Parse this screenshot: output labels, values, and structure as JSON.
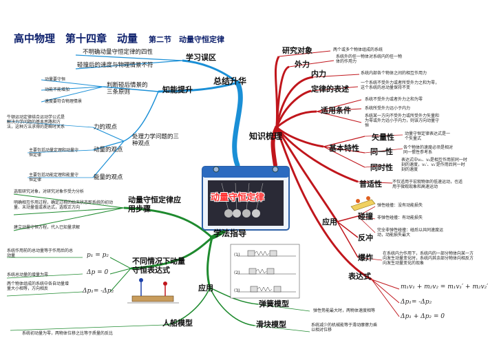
{
  "header": {
    "title": "高中物理　第十四章　动量",
    "section": "第二节　动量守恒定律"
  },
  "center": {
    "label": "动量守恒定律"
  },
  "summary": {
    "label": "总结升华",
    "mistakes": {
      "label": "学习误区",
      "items": [
        "不明确动量守恒定律的四性",
        "碰撞后的速度与物理情景不符"
      ]
    },
    "ability": {
      "label": "知能提升",
      "collision": {
        "label": "判断碰后情景的三条原则",
        "items": [
          "动量要守恒",
          "动能不能增加",
          "速度要符合物理情景"
        ]
      },
      "methods": {
        "label": "处理力学问题的三种观点",
        "force": {
          "label": "力的观点",
          "desc": "牛顿运动定律结合运动学公式是解决力学问题的基本思路和方法，这种方法求得的是瞬时关系"
        },
        "momentum": {
          "label": "动量的观点",
          "desc": "主要包括动量定理和动量守恒定律"
        },
        "energy": {
          "label": "能量的观点",
          "desc": "主要包括动能定理和能量守恒定律"
        }
      }
    }
  },
  "review": {
    "label": "知识梳理",
    "object": {
      "label": "研究对象",
      "desc": "两个或多个物体组成的系统"
    },
    "external": {
      "label": "外力",
      "desc": "系统外的任一物体对系统内的任一物体的作用力"
    },
    "internal": {
      "label": "内力",
      "desc": "系统内部各个物体之间的相互作用力"
    },
    "statement": {
      "label": "定律的表述",
      "desc": "一个系统不受外力或者所受外力之和为零，这个系统的总动量保持不变"
    },
    "conditions": {
      "label": "适用条件",
      "items": [
        "系统不受外力或者外力之和为零",
        "系统所受外力远小于内力",
        "系统某一方向不受外力或所受外力矢量和为零或外力远小于内力，则该方向动量守恒"
      ]
    },
    "features": {
      "label": "基本特性",
      "vector": {
        "label": "矢量性",
        "desc": "动量守恒定律表达式是一个矢量式"
      },
      "sameness": {
        "label": "同一性",
        "desc": "各个物体的速度必须是相对同一惯性参考系"
      },
      "simultaneity": {
        "label": "同时性",
        "desc": "表达式中v₁、v₂是相互作用前同一时刻的速度，v₁′、v₂′是作用后同一时刻的速度"
      }
    },
    "universality": {
      "label": "普适性",
      "desc": "不仅适用于宏观物体的低速运动，也适用于微观现象和高速运动"
    },
    "applications": {
      "label": "应用",
      "collision": {
        "label": "碰撞",
        "items": [
          "弹性碰撞：没有动能损失",
          "非弹性碰撞：有动能损失",
          "完全非弹性碰撞：碰后以共同速度运动，动能损失最大"
        ]
      },
      "recoil": {
        "label": "反冲"
      },
      "explosion": {
        "label": "爆炸",
        "desc": "在系统内力作用下，系统内的一部分物体向某一方向发生动量变化时，系统内其余部分物体向相反方向发生动量变化的现象"
      }
    },
    "expressions": {
      "label": "表达式",
      "formulas": [
        "m₁v₁ + m₂v₂ = m₁v₁′ + m₂v₂′",
        "Δp₁= -Δp₂",
        "Δp₁ + Δp₂ = 0"
      ]
    }
  },
  "method": {
    "label": "学法指导",
    "steps": {
      "label": "动量守恒定律应用步骤",
      "items": [
        "选取研究对象，对研究对象作受力分析",
        "明确相互作用过程，确定过程的始末状态即系统的初动量、末动量值或表达式，选取正方向",
        "建立动量守恒方程，代入已知量求解"
      ]
    },
    "forms": {
      "label": "不同情况下动量守恒表达式",
      "items": [
        {
          "desc": "系统作用前的总动量等于作用后的总动量",
          "formula": "p₁ = p₂"
        },
        {
          "desc": "系统总动量的增量为零",
          "formula": "Δp = 0"
        },
        {
          "desc": "两个物体组成的系统中各自动量增量大小相等，方向相反",
          "formula": "Δp₁= -Δp₂"
        }
      ]
    },
    "application": {
      "label": "应用",
      "spring": {
        "label": "弹簧模型",
        "desc": "弹性势能最大时，两物体速度相等"
      },
      "slider": {
        "label": "滑块模型",
        "desc": "系统减少的机械能等于滑动摩擦力乘以相对位移"
      },
      "boat": {
        "label": "人船模型",
        "desc": "系统初动量为零，两物体位移之比等于质量的反比"
      }
    },
    "figure_labels": [
      "(1)",
      "(2)",
      "(3)"
    ]
  }
}
